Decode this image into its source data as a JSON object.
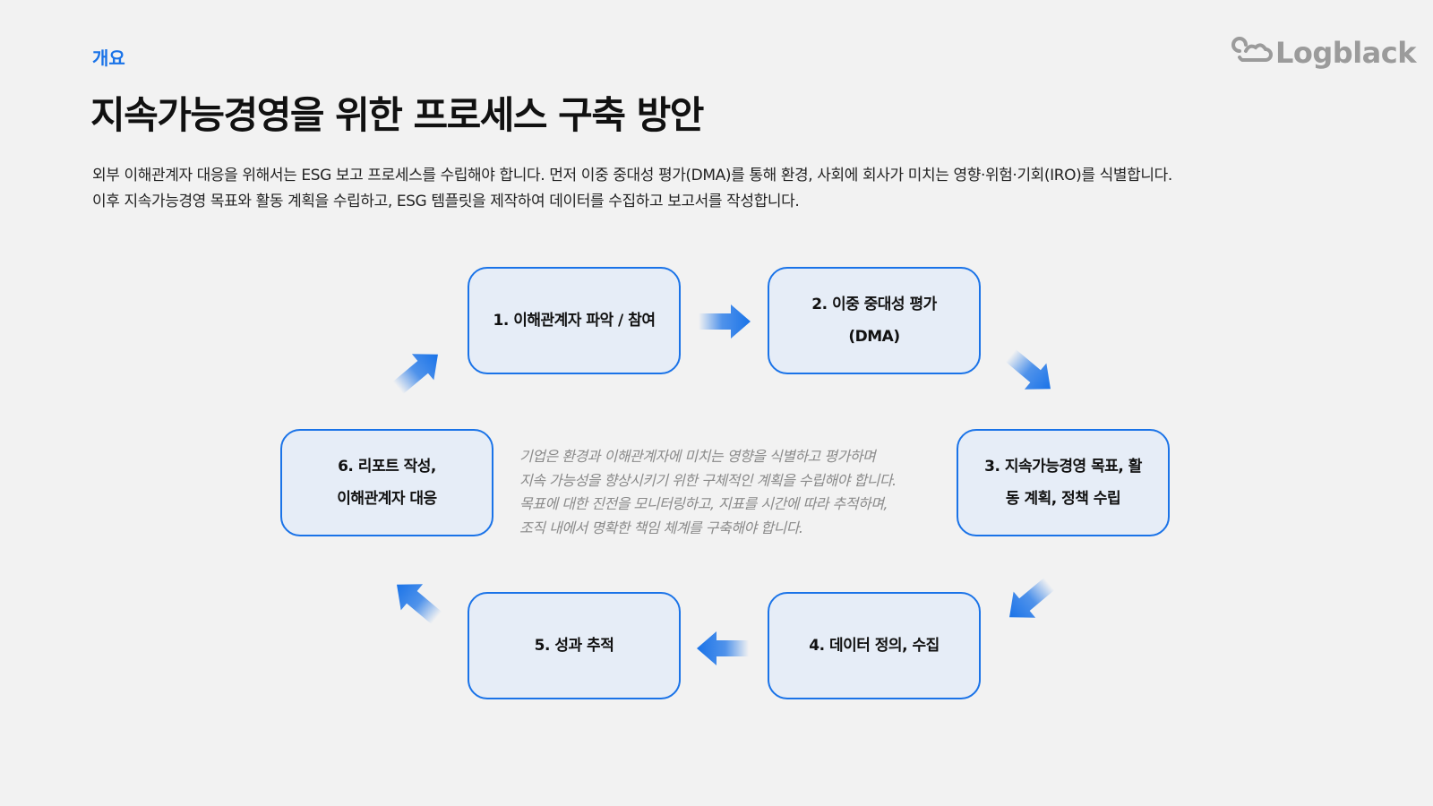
{
  "header": {
    "section_label": "개요",
    "title": "지속가능경영을 위한 프로세스 구축 방안",
    "logo_text": "Logblack"
  },
  "description": {
    "line1": "외부 이해관계자 대응을 위해서는 ESG 보고 프로세스를 수립해야 합니다. 먼저 이중 중대성 평가(DMA)를 통해 환경, 사회에 회사가 미치는 영향·위험·기회(IRO)를 식별합니다.",
    "line2": "이후 지속가능경영 목표와 활동 계획을 수립하고, ESG 템플릿을 제작하여 데이터를 수집하고 보고서를 작성합니다."
  },
  "cycle": {
    "steps": [
      {
        "line1": "1. 이해관계자 파악 / 참여",
        "line2": ""
      },
      {
        "line1": "2. 이중 중대성 평가",
        "line2": "(DMA)"
      },
      {
        "line1": "3. 지속가능경영 목표, 활",
        "line2": "동 계획, 정책 수립"
      },
      {
        "line1": "4. 데이터 정의, 수집",
        "line2": ""
      },
      {
        "line1": "5. 성과 추적",
        "line2": ""
      },
      {
        "line1": "6. 리포트 작성,",
        "line2": "이해관계자 대응"
      }
    ],
    "center_text": [
      "기업은 환경과 이해관계자에 미치는 영향을 식별하고 평가하며",
      "지속 가능성을 향상시키기 위한 구체적인 계획을 수립해야 합니다.",
      "목표에 대한 진전을 모니터링하고, 지표를 시간에 따라 추적하며,",
      "조직 내에서 명확한 책임 체계를 구축해야 합니다."
    ]
  },
  "colors": {
    "accent": "#1a73e8",
    "box_fill": "#e6edf7",
    "background": "#f2f2f2",
    "logo": "#9b9b9b"
  }
}
